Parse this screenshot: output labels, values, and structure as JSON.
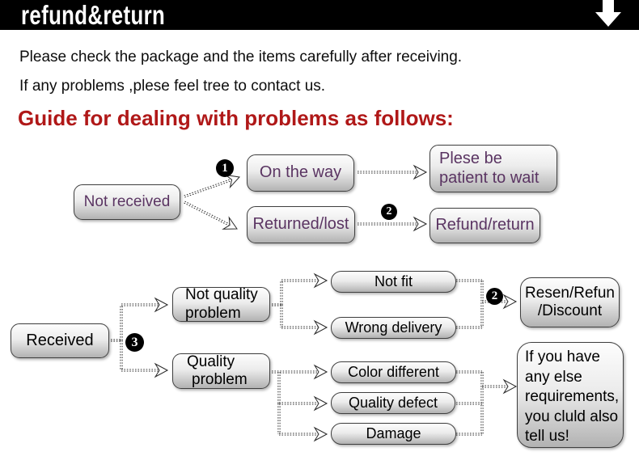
{
  "banner": {
    "title": "refund&return",
    "arrow_icon": "down-arrow-icon",
    "bg_color": "#000000",
    "text_color": "#ffffff"
  },
  "intro": {
    "line1": "Please check the package and the items carefully after receiving.",
    "line2": "If any problems ,plese feel tree to contact us.",
    "heading": "Guide for dealing with problems as follows:",
    "heading_color": "#b01818"
  },
  "colors": {
    "node_text_purple": "#5a3462",
    "node_text_black": "#000000",
    "node_border": "#3f3f3f",
    "node_gradient_top": "#fdfdfd",
    "node_gradient_bottom": "#b2b2b2",
    "badge_bg": "#000000",
    "badge_text": "#ffffff"
  },
  "flow1": {
    "not_received": "Not received",
    "badge1": "1",
    "on_the_way": "On the way",
    "returned_lost": "Returned/lost",
    "badge2": "2",
    "patient_line1": "Plese be",
    "patient_line2": "patient to wait",
    "refund_return": "Refund/return"
  },
  "flow2": {
    "received": "Received",
    "badge3": "3",
    "not_quality_line1": "Not quality",
    "not_quality_line2": "problem",
    "quality_line1": "Quality",
    "quality_line2": "problem",
    "not_fit": "Not fit",
    "wrong_delivery": "Wrong delivery",
    "color_different": "Color different",
    "quality_defect": "Quality defect",
    "damage": "Damage",
    "badge2": "2",
    "resen_line1": "Resen/Refun",
    "resen_line2": "/Discount",
    "note_lines": [
      "If you have",
      "any else",
      "requirements,",
      "you cluld also",
      "tell us!"
    ]
  }
}
